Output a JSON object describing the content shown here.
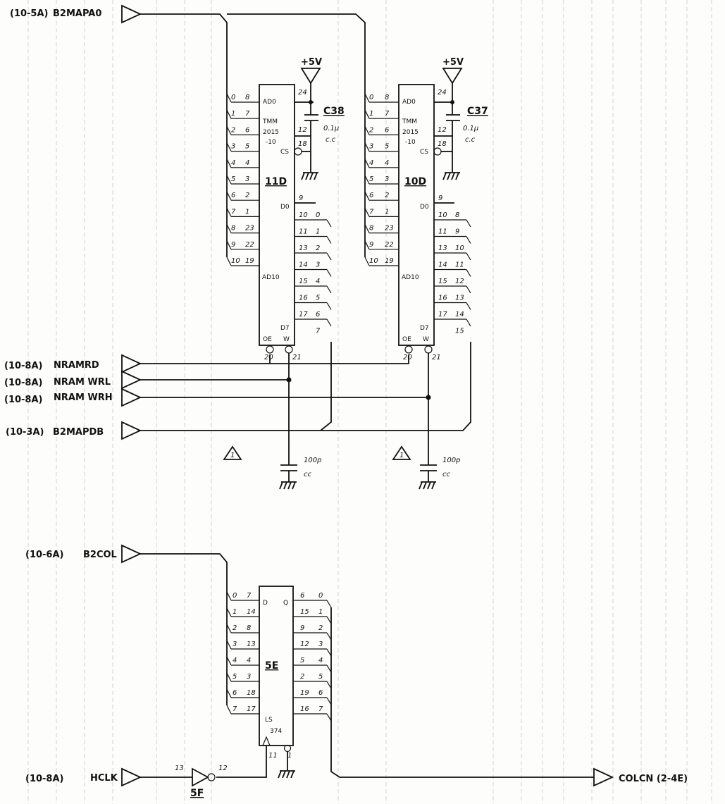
{
  "signals": {
    "b2mapa0": {
      "ref": "(10-5A)",
      "name": "B2MAPA0"
    },
    "nramrd": {
      "ref": "(10-8A)",
      "name": "NRAMRD"
    },
    "nramwrl": {
      "ref": "(10-8A)",
      "name": "NRAM WRL"
    },
    "nramwrh": {
      "ref": "(10-8A)",
      "name": "NRAM WRH"
    },
    "b2mapdb": {
      "ref": "(10-3A)",
      "name": "B2MAPDB"
    },
    "b2col": {
      "ref": "(10-6A)",
      "name": "B2COL"
    },
    "hclk": {
      "ref": "(10-8A)",
      "name": "HCLK"
    },
    "colcn": {
      "name": "COLCN (2-4E)"
    }
  },
  "chips": {
    "c11d": {
      "ref": "11D",
      "type": "TMM 2015 -10",
      "a0": "AD0",
      "a10": "AD10",
      "d0": "D0",
      "d7": "D7",
      "oe": "OE",
      "w": "W",
      "cs": "CS",
      "pin_vcc": "24",
      "pin_12": "12",
      "pin_18": "18",
      "pin_oe": "20",
      "pin_w": "21",
      "pin_d0": "9",
      "addr_bits": [
        "0",
        "1",
        "2",
        "3",
        "4",
        "5",
        "6",
        "7",
        "8",
        "9",
        "10"
      ],
      "addr_pins": [
        "8",
        "7",
        "6",
        "5",
        "4",
        "3",
        "2",
        "1",
        "23",
        "22",
        "19"
      ],
      "data_pins": [
        "10",
        "11",
        "13",
        "14",
        "15",
        "16",
        "17"
      ],
      "data_bits": [
        "0",
        "1",
        "2",
        "3",
        "4",
        "5",
        "6",
        "7"
      ]
    },
    "c10d": {
      "ref": "10D",
      "type": "TMM 2015 -10",
      "a0": "AD0",
      "a10": "AD10",
      "d0": "D0",
      "d7": "D7",
      "oe": "OE",
      "w": "W",
      "cs": "CS",
      "pin_vcc": "24",
      "pin_12": "12",
      "pin_18": "18",
      "pin_oe": "20",
      "pin_w": "21",
      "pin_d0": "9",
      "addr_bits": [
        "0",
        "1",
        "2",
        "3",
        "4",
        "5",
        "6",
        "7",
        "8",
        "9",
        "10"
      ],
      "addr_pins": [
        "8",
        "7",
        "6",
        "5",
        "4",
        "3",
        "2",
        "1",
        "23",
        "22",
        "19"
      ],
      "data_pins": [
        "10",
        "11",
        "13",
        "14",
        "15",
        "16",
        "17"
      ],
      "data_bits": [
        "8",
        "9",
        "10",
        "11",
        "12",
        "13",
        "14",
        "15"
      ]
    },
    "c5e": {
      "ref": "5E",
      "type": "LS 374",
      "d": "D",
      "q": "Q",
      "in_bits": [
        "0",
        "1",
        "2",
        "3",
        "4",
        "5",
        "6",
        "7"
      ],
      "in_pins": [
        "7",
        "14",
        "8",
        "13",
        "4",
        "3",
        "18",
        "17"
      ],
      "out_pins": [
        "6",
        "15",
        "9",
        "12",
        "5",
        "2",
        "19",
        "16"
      ],
      "out_bits": [
        "0",
        "1",
        "2",
        "3",
        "4",
        "5",
        "6",
        "7"
      ],
      "pin_clk": "11",
      "pin_oe": "1"
    },
    "c5f": {
      "ref": "5F",
      "pin_in": "13",
      "pin_out": "12"
    }
  },
  "caps": {
    "c38": {
      "ref": "C38",
      "value": "0.1µ",
      "type": "c.c"
    },
    "c37": {
      "ref": "C37",
      "value": "0.1µ",
      "type": "c.c"
    },
    "cl1": {
      "value": "100p",
      "type": "cc"
    },
    "cl2": {
      "value": "100p",
      "type": "cc"
    }
  },
  "power": {
    "vcc": "+5V"
  },
  "marks": {
    "delta": "1"
  }
}
